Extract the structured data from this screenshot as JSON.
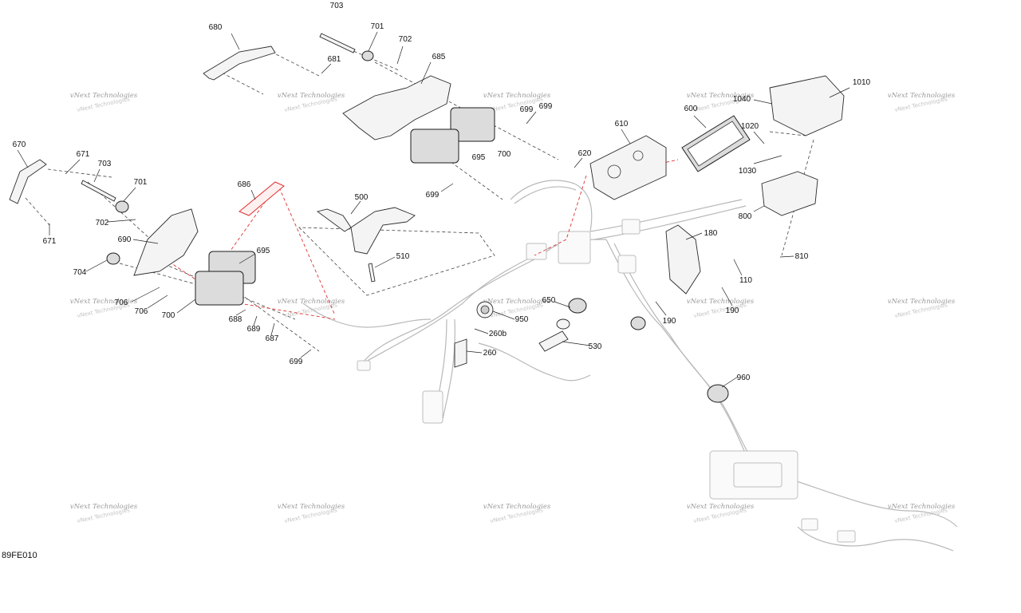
{
  "diagram": {
    "drawing_code": "89FE010",
    "watermark_text": "vNext Technologies",
    "part_labels": [
      "703",
      "701",
      "702",
      "680",
      "681",
      "685",
      "699",
      "610",
      "600",
      "620",
      "1010",
      "1040",
      "1020",
      "1030",
      "800",
      "670",
      "671",
      "703",
      "701",
      "702",
      "671",
      "690",
      "704",
      "706",
      "706",
      "700",
      "695",
      "686",
      "500",
      "510",
      "699",
      "180",
      "110",
      "190",
      "190",
      "650",
      "950",
      "260b",
      "260",
      "530",
      "688",
      "689",
      "687",
      "699",
      "700",
      "695",
      "699",
      "810",
      "960"
    ]
  }
}
